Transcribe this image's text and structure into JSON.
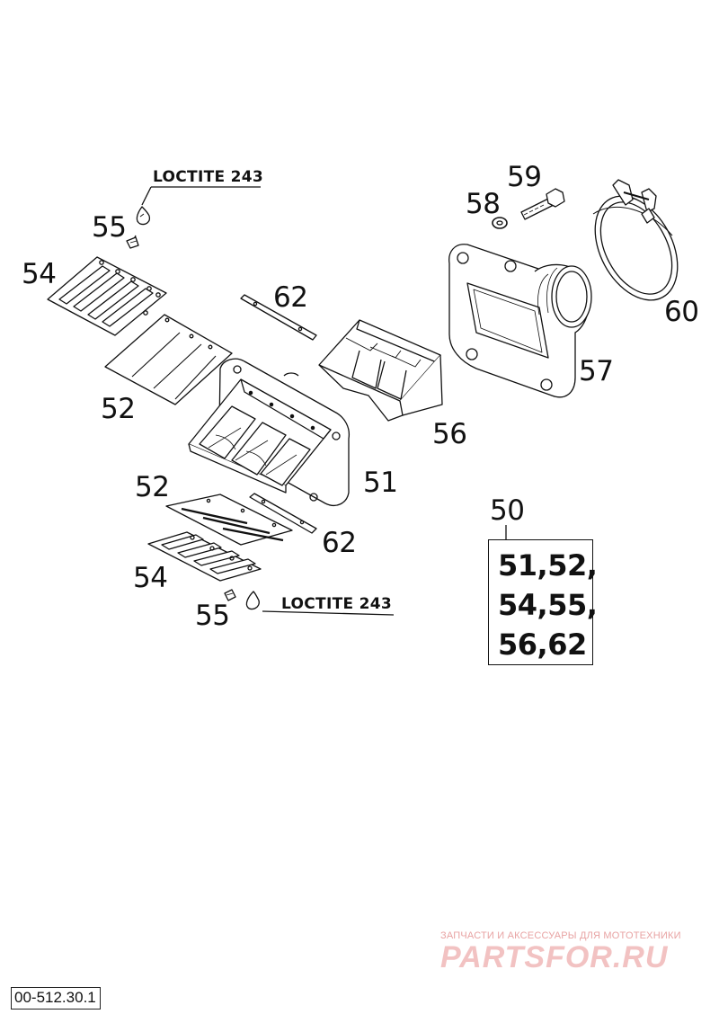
{
  "labels": {
    "c55_top": "55",
    "c54_top": "54",
    "c62_top": "62",
    "c52_top": "52",
    "c56": "56",
    "c58": "58",
    "c59": "59",
    "c60": "60",
    "c57": "57",
    "c51": "51",
    "c52_bottom": "52",
    "c62_bottom": "62",
    "c54_bottom": "54",
    "c55_bottom": "55",
    "c50": "50"
  },
  "loctite_top": "LOCTITE 243",
  "loctite_bottom": "LOCTITE 243",
  "kit_contents": [
    "51,52,",
    "54,55,",
    "56,62"
  ],
  "watermark": {
    "tagline": "ЗАПЧАСТИ И АКСЕССУАРЫ ДЛЯ МОТОТЕХНИКИ",
    "logo": "PARTSFOR.RU",
    "color": "#e8a3a3"
  },
  "diagram_code": "00-512.30.1"
}
